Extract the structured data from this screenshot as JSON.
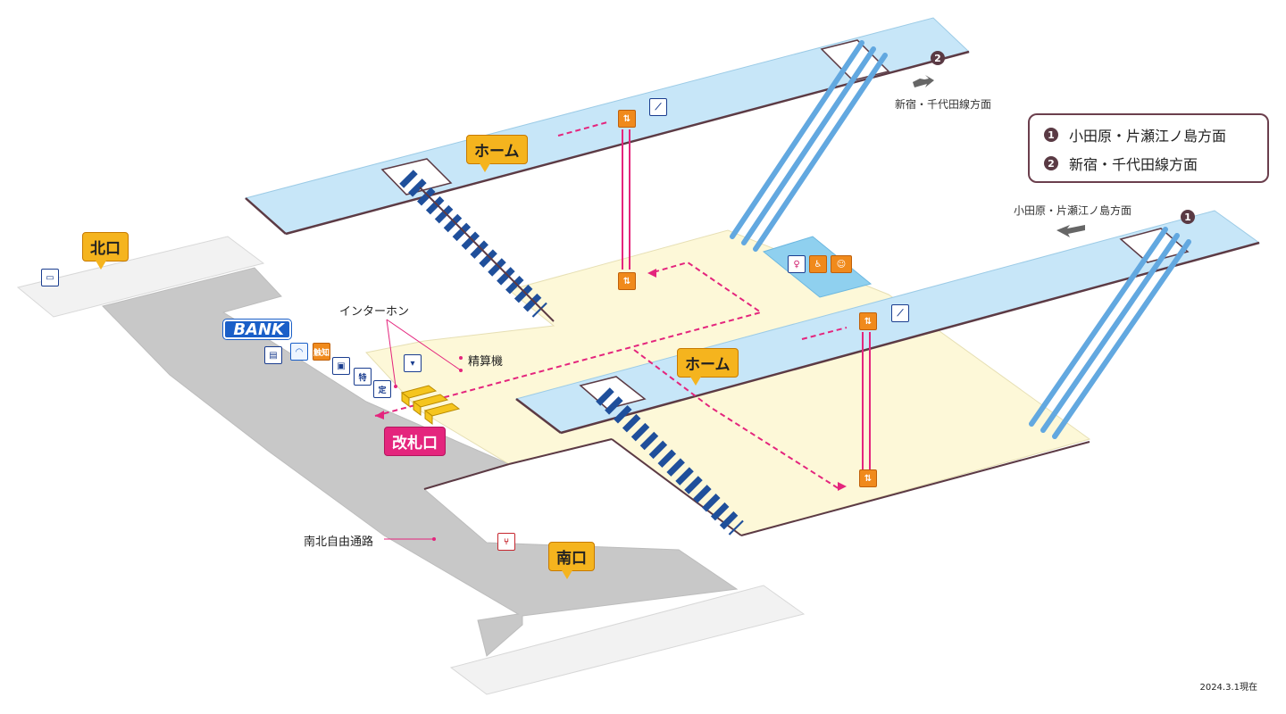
{
  "labels": {
    "platform_upper": "ホーム",
    "platform_lower": "ホーム",
    "north_exit": "北口",
    "south_exit": "南口",
    "ticket_gate": "改札口",
    "intercom": "インターホン",
    "fare_adjustment": "精算機",
    "passage": "南北自由通路",
    "bank_logo": "BANK"
  },
  "directions": {
    "shinjuku": {
      "number": "2",
      "text": "新宿・千代田線方面"
    },
    "odawara": {
      "number": "1",
      "text": "小田原・片瀬江ノ島方面"
    }
  },
  "legend": [
    {
      "number": "1",
      "text": "小田原・片瀬江ノ島方面"
    },
    {
      "number": "2",
      "text": "新宿・千代田線方面"
    }
  ],
  "icons": {
    "elevator": "elevator-icon",
    "escalator": "escalator-icon",
    "toilet": "toilet-icon",
    "accessible_toilet": "accessible-toilet-icon",
    "family_room": "family-room-icon",
    "bus": "bus-icon",
    "atm": "atm-icon",
    "coin_locker": "coin-locker-icon",
    "tactile_map": "tactile-map-icon",
    "ticket_machine": "ticket-machine-icon",
    "limited_express": "limited-express-ticket-icon",
    "commuter_pass": "commuter-pass-icon",
    "wireless": "wireless-icon",
    "restaurant": "restaurant-icon"
  },
  "icon_text": {
    "tactile": "触知",
    "limited_express": "特",
    "commuter_pass": "定"
  },
  "colors": {
    "platform": "#c7e6f8",
    "concourse": "#fdf8d8",
    "passage": "#c8c8c8",
    "exit_walkway": "#f2f2f2",
    "stairs": "#1f4f9b",
    "escalator": "#62a8e0",
    "dashed_route": "#e4257d",
    "edge": "#5c3a44",
    "callout_orange": "#f5b41e",
    "callout_pink": "#e4257d"
  },
  "footer": {
    "date": "2024.3.1現在"
  }
}
